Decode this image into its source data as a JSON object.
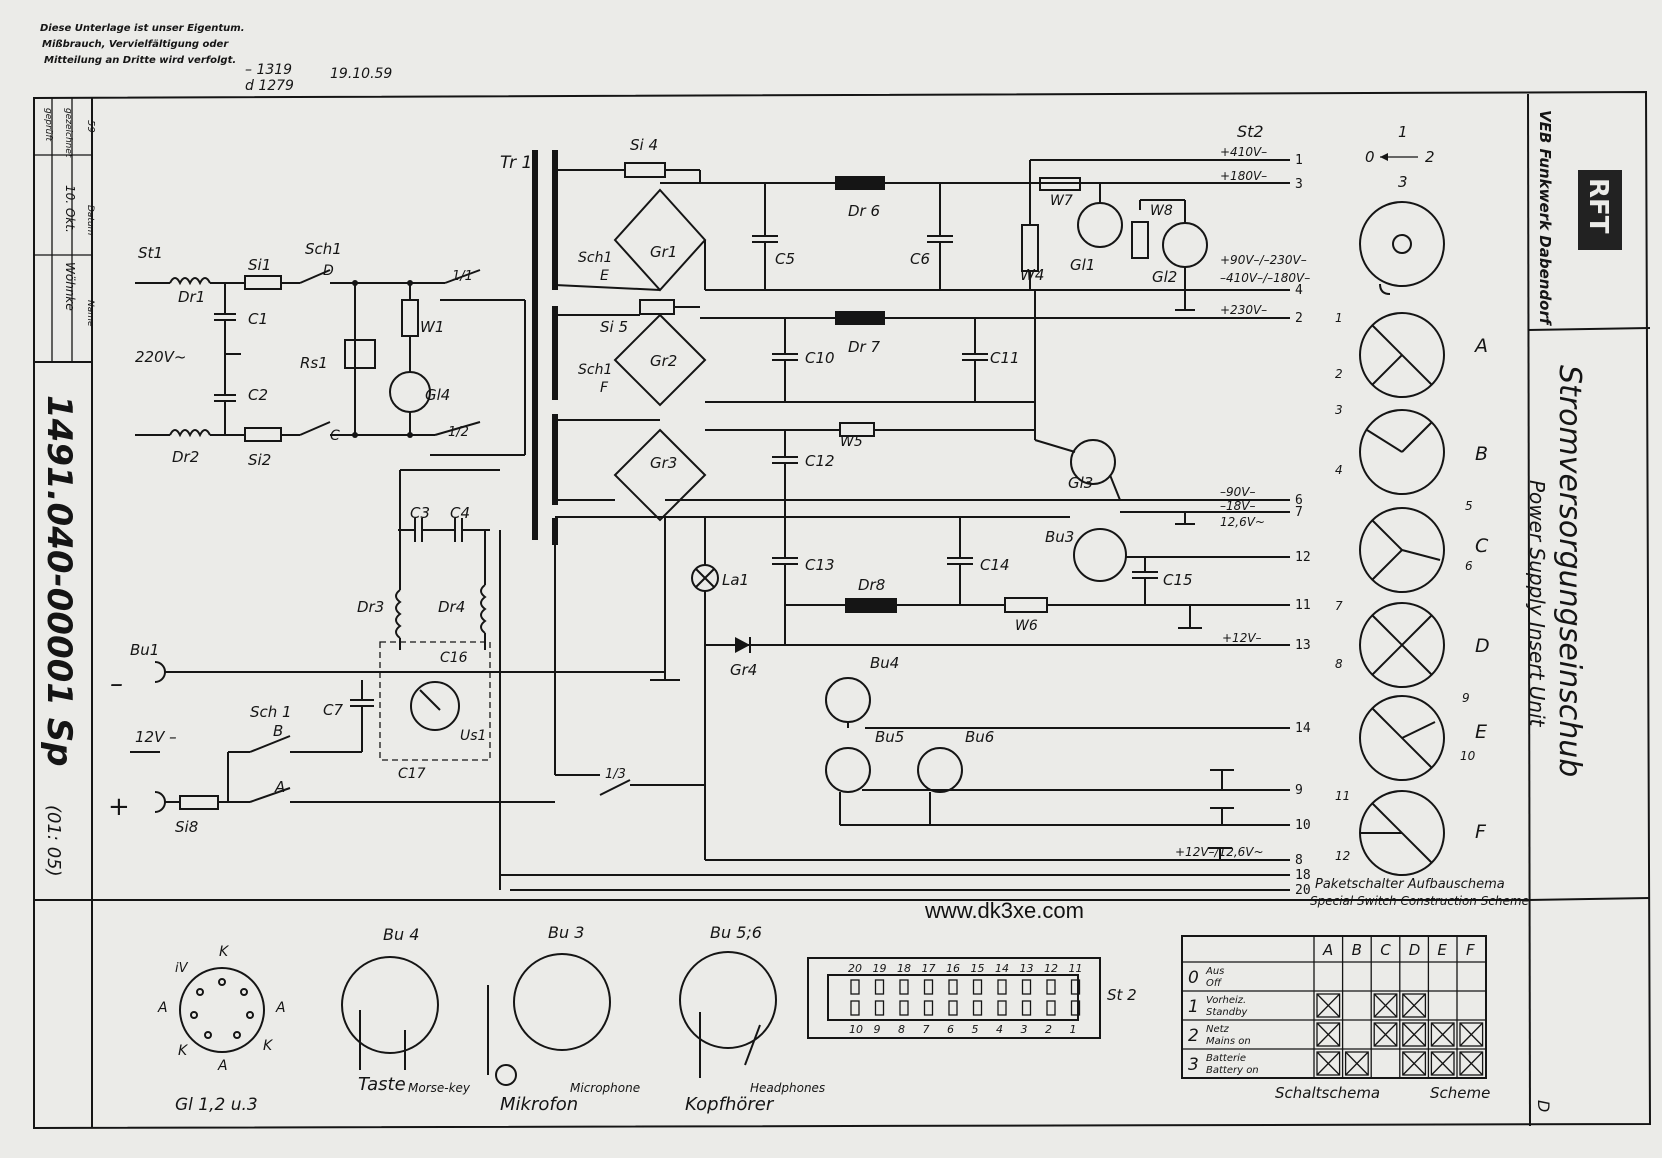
{
  "notice": {
    "line1": "Diese Unterlage ist unser Eigentum.",
    "line2": "Mißbrauch, Vervielfältigung oder",
    "line3": "Mitteilung an Dritte wird verfolgt."
  },
  "stamp": {
    "ref": "– 1319",
    "date": "19.10.59",
    "ref2": "d 1279"
  },
  "title_block": {
    "company": "VEB Funkwerk Dabendorf",
    "logo": "RFT",
    "title_de": "Stromversorgungseinschub",
    "title_en": "Power Supply Insert Unit",
    "sheet_letter": "D"
  },
  "revision": {
    "row_labels": [
      "59",
      "gezeichnet",
      "geprüft"
    ],
    "col_labels": [
      "Datum",
      "Name"
    ],
    "date": "10. Okt.",
    "name": "Wöhnke"
  },
  "drawing_number": "1491.040-00001 Sp",
  "drawing_sheet": "(01: 05)",
  "watermark": "www.dk3xe.com",
  "components": {
    "tr1": "Tr 1",
    "si4": "Si 4",
    "si5": "Si 5",
    "si1": "Si1",
    "si2": "Si2",
    "si8": "Si8",
    "st1": "St1",
    "dr1": "Dr1",
    "dr2": "Dr2",
    "dr3": "Dr3",
    "dr4": "Dr4",
    "dr6": "Dr 6",
    "dr7": "Dr 7",
    "dr8": "Dr8",
    "c1": "C1",
    "c2": "C2",
    "c3": "C3",
    "c4": "C4",
    "c5": "C5",
    "c6": "C6",
    "c7": "C7",
    "c10": "C10",
    "c11": "C11",
    "c12": "C12",
    "c13": "C13",
    "c14": "C14",
    "c15": "C15",
    "c16": "C16",
    "c17": "C17",
    "gr1": "Gr1",
    "gr2": "Gr2",
    "gr3": "Gr3",
    "gr4": "Gr4",
    "gl1": "Gl1",
    "gl2": "Gl2",
    "gl3": "Gl3",
    "gl4": "Gl4",
    "w1": "W1",
    "w4": "W4",
    "w5": "W5",
    "w6": "W6",
    "w7": "W7",
    "w8": "W8",
    "rs1": "Rs1",
    "la1": "La1",
    "us1": "Us1",
    "bu1": "Bu1",
    "bu3": "Bu3",
    "bu4": "Bu4",
    "bu5": "Bu5",
    "bu6": "Bu6",
    "sch1": "Sch1",
    "sch1b": "Sch 1",
    "st2": "St2",
    "sw_d": "D",
    "sw_e": "E",
    "sw_f": "F",
    "sw_c": "C",
    "sw_b": "B",
    "sw_a": "A",
    "s11": "1/1",
    "s12": "1/2",
    "s13": "1/3",
    "mains": "220V~",
    "dc12": "12V –",
    "plus": "+",
    "minus": "–"
  },
  "outputs": {
    "v410": "+410V–",
    "v180": "+180V–",
    "v90": "+90V–/–230V–",
    "v410n": "–410V–/–180V–",
    "v230": "+230V–",
    "vn90": "–90V–",
    "vn18": "–18V–",
    "v12p": "12,6V~",
    "v12": "+12V–",
    "v12b": "+12V–/12,6V~"
  },
  "pins": [
    "1",
    "3",
    "4",
    "2",
    "6",
    "7",
    "12",
    "11",
    "13",
    "14",
    "9",
    "10",
    "8",
    "18",
    "20"
  ],
  "switch_scheme": {
    "title_de": "Paketschalter Aufbauschema",
    "title_en": "Special Switch Construction Scheme",
    "pos_top": "1",
    "pos_left": "0",
    "pos_right": "2",
    "pos_bottom": "3",
    "decks": [
      "A",
      "B",
      "C",
      "D",
      "E",
      "F"
    ],
    "terms": [
      "1",
      "2",
      "3",
      "4",
      "5",
      "6",
      "7",
      "8",
      "9",
      "10",
      "11",
      "12"
    ]
  },
  "connectors": {
    "gl_label": "Gl 1,2 u.3",
    "gl_pins": [
      "K",
      "A",
      "A",
      "A",
      "K",
      "K",
      "iV"
    ],
    "bu4": "Bu 4",
    "bu3": "Bu 3",
    "bu56": "Bu 5;6",
    "taste": "Taste",
    "morse": "Morse-key",
    "mikro": "Mikrofon",
    "microphone": "Microphone",
    "kopf": "Kopfhörer",
    "headphones": "Headphones",
    "st2": "St 2",
    "st2_top": [
      "20",
      "19",
      "18",
      "17",
      "16",
      "15",
      "14",
      "13",
      "12",
      "11"
    ],
    "st2_bottom": [
      "10",
      "9",
      "8",
      "7",
      "6",
      "5",
      "4",
      "3",
      "2",
      "1"
    ]
  },
  "scheme_table": {
    "cols": [
      "A",
      "B",
      "C",
      "D",
      "E",
      "F"
    ],
    "rows": [
      {
        "pos": "0",
        "de": "Aus",
        "en": "Off",
        "x": [
          false,
          false,
          false,
          false,
          false,
          false
        ]
      },
      {
        "pos": "1",
        "de": "Vorheiz.",
        "en": "Standby",
        "x": [
          true,
          false,
          true,
          true,
          false,
          false
        ]
      },
      {
        "pos": "2",
        "de": "Netz",
        "en": "Mains on",
        "x": [
          true,
          false,
          true,
          true,
          true,
          true
        ]
      },
      {
        "pos": "3",
        "de": "Batterie",
        "en": "Battery on",
        "x": [
          true,
          true,
          false,
          true,
          true,
          true
        ]
      }
    ],
    "footer_de": "Schaltschema",
    "footer_en": "Scheme"
  }
}
